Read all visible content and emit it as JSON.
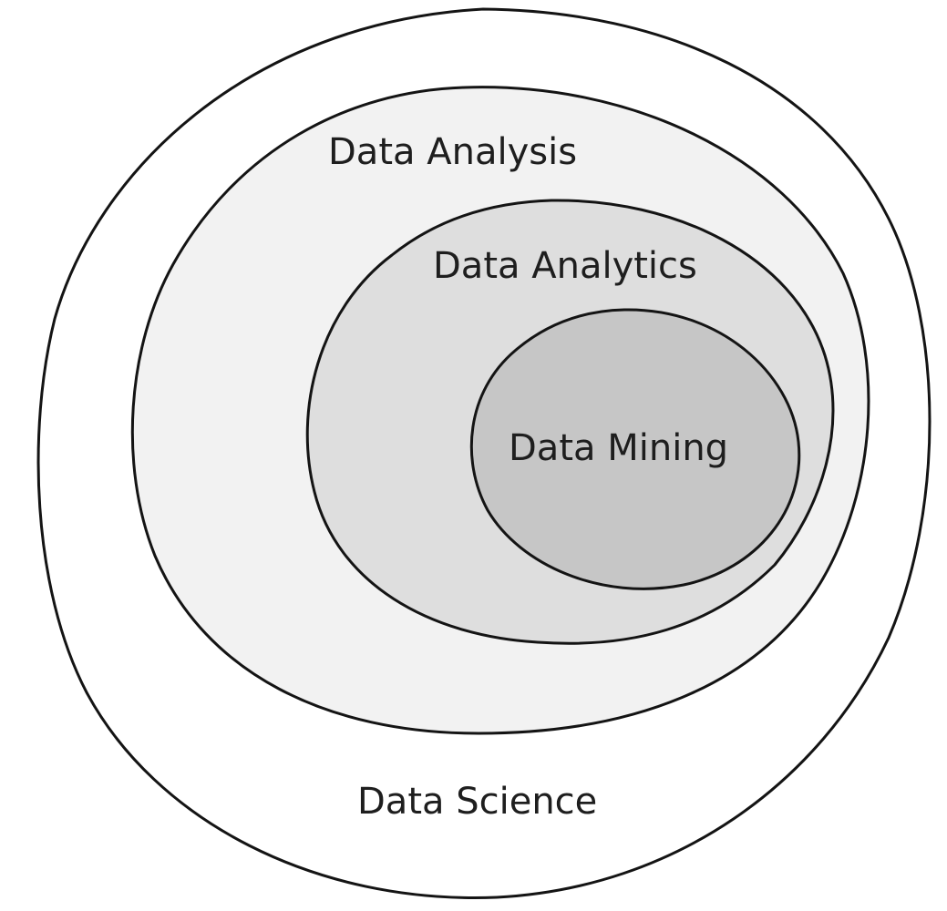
{
  "diagram": {
    "type": "nested-set",
    "regions": [
      {
        "label": "Data Science",
        "fill": "#ffffff"
      },
      {
        "label": "Data Analysis",
        "fill": "#f2f2f2"
      },
      {
        "label": "Data Analytics",
        "fill": "#dedede"
      },
      {
        "label": "Data Mining",
        "fill": "#c6c6c6"
      }
    ],
    "outline_color": "#141414"
  }
}
